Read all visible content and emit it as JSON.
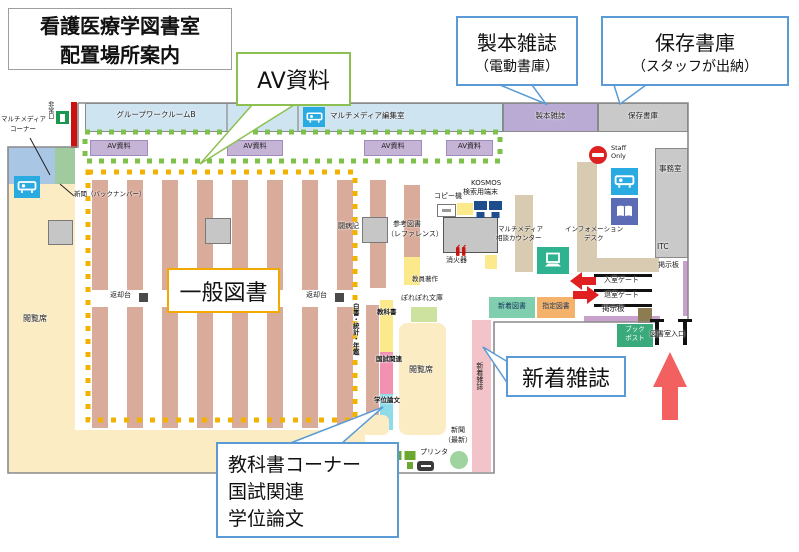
{
  "title": {
    "line1": "看護医療学図書室",
    "line2": "配置場所案内"
  },
  "callouts": {
    "av": {
      "label": "AV資料",
      "border": "#8cc152"
    },
    "bound_journals": {
      "line1": "製本雑誌",
      "line2": "（電動書庫）",
      "border": "#5b9bd5"
    },
    "storage": {
      "line1": "保存書庫",
      "line2": "（スタッフが出納）",
      "border": "#5b9bd5"
    },
    "general_books": {
      "label": "一般図書",
      "border": "#f2a900"
    },
    "new_journals": {
      "label": "新着雑誌",
      "border": "#5b9bd5"
    },
    "textbook_corner": {
      "line1": "教科書コーナー",
      "line2": "国試関連",
      "line3": "学位論文",
      "border": "#5b9bd5"
    }
  },
  "map": {
    "group_work_room_b": "グループワークルームB",
    "multimedia_editing_room": "マルチメディア編集室",
    "bound_journals_room": "製本雑誌",
    "storage_room": "保存書庫",
    "office_room": "事務室",
    "itc_room": "ITC",
    "staff_only_line1": "Staff",
    "staff_only_line2": "Only",
    "bulletin_board": "掲示板",
    "entry_gate": "入室ゲート",
    "exit_gate": "退室ゲート",
    "info_desk_line1": "インフォメーション",
    "info_desk_line2": "デスク",
    "multimedia_counter_line1": "マルチメディア",
    "multimedia_counter_line2": "相談カウンター",
    "kosmos_line1": "KOSMOS",
    "kosmos_line2": "検索用端末",
    "copier": "コピー機",
    "fire_extinguisher": "消火器",
    "reference_line1": "参考図書",
    "reference_line2": "（レファレンス）",
    "tobyoki": "闘病記",
    "faculty_works": "教員著作",
    "porepore_bunko": "ぽれぽれ文庫",
    "whitepapers_vertical": "白書・統計・年鑑",
    "textbook_shelf": "教科書",
    "kokushi_shelf": "国試関連",
    "thesis_shelf": "学位論文",
    "reading_seats": "閲覧席",
    "return_desk": "返却台",
    "av_shelf": "AV資料",
    "multimedia_corner_line1": "マルチメディア",
    "multimedia_corner_line2": "コーナー",
    "emergency_exit": "非常口",
    "newspaper_backnumber": "新聞（バックナンバー）",
    "new_books": "新着図書",
    "reserved_books": "指定図書",
    "new_magazines_vertical": "新着雑誌",
    "newspaper_latest_line1": "新聞",
    "newspaper_latest_line2": "（最新）",
    "printer": "プリンタ",
    "book_post_line1": "ブック",
    "book_post_line2": "ポスト",
    "library_entrance": "図書室入口"
  },
  "colors": {
    "accent_green": "#8cc152",
    "accent_blue": "#5b9bd5",
    "accent_orange": "#f2a900",
    "shelf_tan": "#d9ab9a",
    "av_purple": "#c5b4d6",
    "room_blue": "#cfe4f1",
    "room_gray": "#c9c9c9",
    "cream": "#fbecc4",
    "teal_box": "#7fceae",
    "orange_box": "#f5b26a",
    "pink_strip": "#f2c3c8",
    "entrance_arrow": "#f26060",
    "gate_red": "#e02020"
  }
}
